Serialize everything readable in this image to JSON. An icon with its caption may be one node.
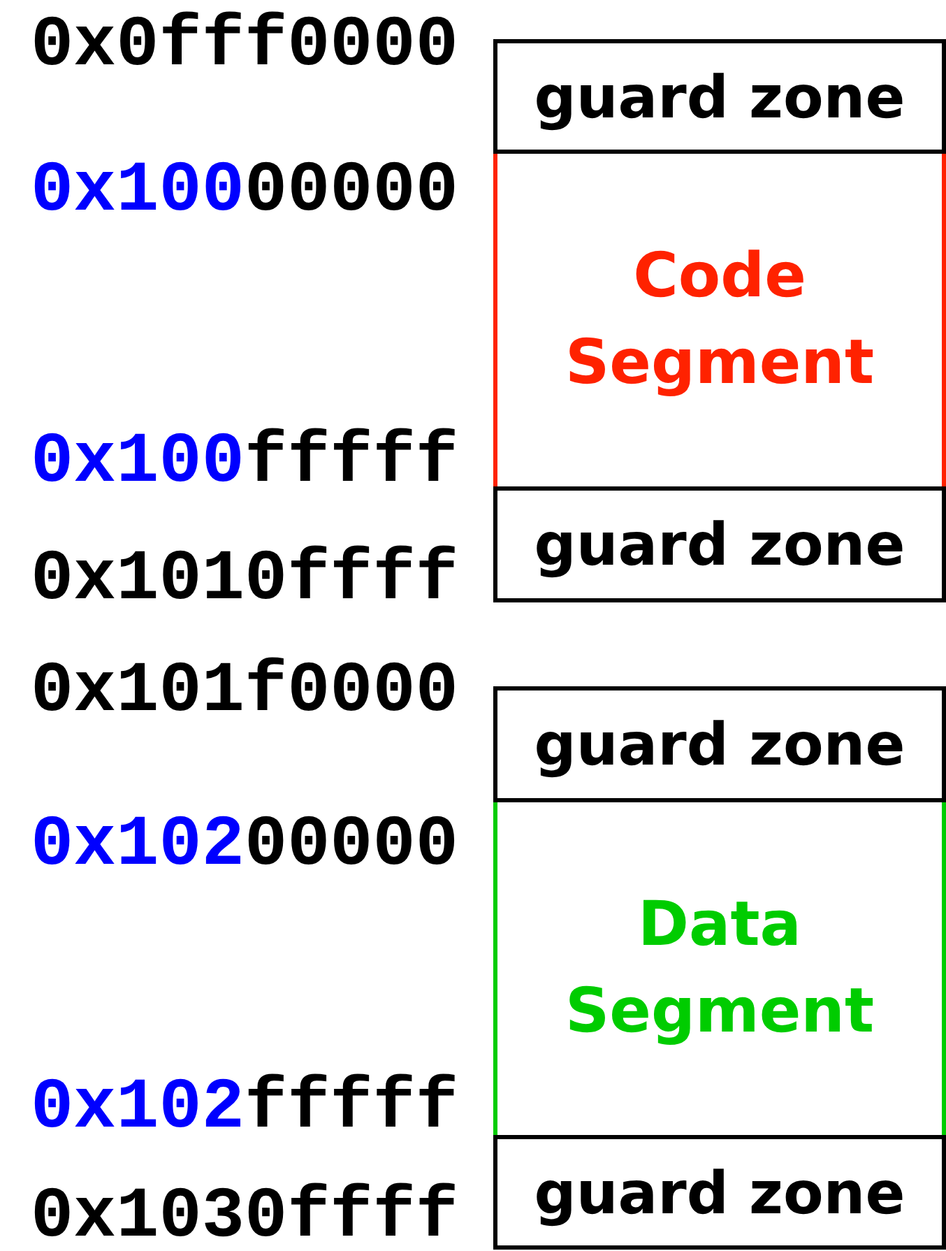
{
  "diagram": {
    "nodes": [
      {
        "text": [
          "guard zone"
        ]
      },
      {
        "text": [
          "Code Segment"
        ]
      },
      {
        "text": [
          "guard zone"
        ]
      },
      {
        "text": [
          "guard zone"
        ]
      },
      {
        "text": [
          "Data Segment"
        ]
      },
      {
        "text": [
          "guard zone"
        ]
      }
    ],
    "labels": [
      "0x0fff0000",
      "0x10000000",
      "0x100fffff",
      "0x1010ffff",
      "0x101f0000",
      "0x10200000",
      "0x102fffff",
      "0x1030ffff"
    ]
  }
}
